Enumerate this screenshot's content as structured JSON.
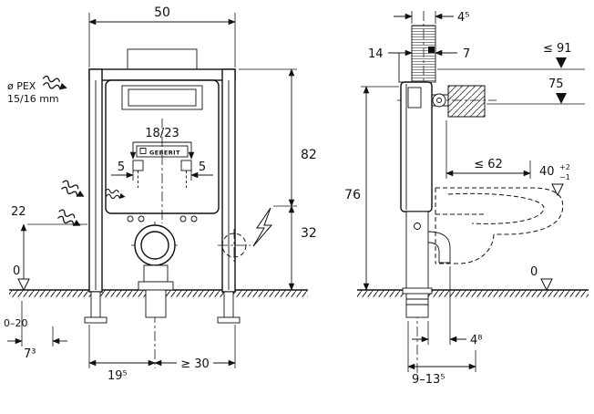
{
  "drawing": {
    "front_view": {
      "dim_width": "50",
      "pex_label_line1": "ø PEX",
      "pex_label_line2": "15/16 mm",
      "dim_flush_plate": "18/23",
      "brand": "GEBERIT",
      "dim_offset_left": "5",
      "dim_offset_right": "5",
      "dim_frame_height": "82",
      "dim_inlet_height": "22",
      "dim_outlet_height": "32",
      "datum_zero": "0",
      "dim_floor_range": "0–20",
      "dim_foot": "7³",
      "dim_drain_offset": "19⁵",
      "dim_min_clearance": "≥ 30"
    },
    "side_view": {
      "dim_rod_depth": "4⁵",
      "dim_front": "14",
      "dim_back": "7",
      "dim_max_height": "≤ 91",
      "dim_connection_height": "75",
      "dim_bowl_depth": "≤ 62",
      "dim_bowl_height": "40",
      "dim_bowl_tol_plus": "+2",
      "dim_bowl_tol_minus": "−1",
      "dim_frame_height": "76",
      "datum_zero": "0",
      "dim_drain_center": "4⁸",
      "dim_drain_range": "9–13⁵"
    }
  }
}
